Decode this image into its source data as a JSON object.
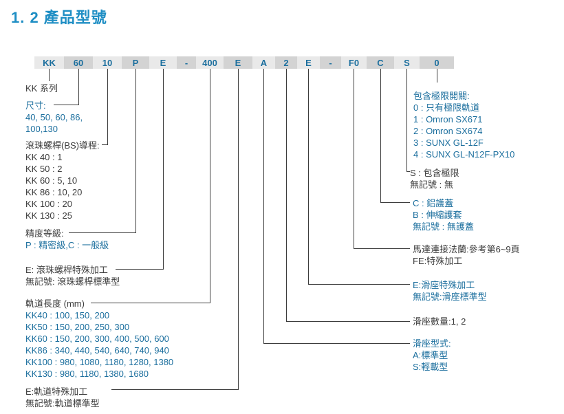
{
  "page": {
    "title": "1. 2 產品型號"
  },
  "colors": {
    "title_blue": "#1e8ec4",
    "text_blue": "#1c6f9e",
    "text_dark": "#3c3c3c",
    "box_light": "#e9e9e9",
    "box_dark": "#d3d3d3",
    "callout_line": "#3c3c3c"
  },
  "code": {
    "segments": [
      "KK",
      "60",
      "10",
      "P",
      "E",
      "-",
      "400",
      "E",
      "A",
      "2",
      "E",
      "-",
      "F0",
      "C",
      "S",
      "0"
    ]
  },
  "left": [
    {
      "lines": [
        "KK 系列"
      ]
    },
    {
      "lines": [
        "尺寸:",
        "40, 50, 60, 86,",
        "100,130"
      ]
    },
    {
      "lines": [
        "滾珠螺桿(BS)導程:",
        "KK 40 : 1",
        "KK 50 : 2",
        "KK 60 :  5, 10",
        "KK 86 :  10, 20",
        "KK 100 :  20",
        "KK 130 :  25"
      ]
    },
    {
      "lines": [
        "精度等級:",
        "P : 精密級,C : 一般級"
      ]
    },
    {
      "lines": [
        "E: 滾珠螺桿特殊加工",
        "無記號: 滾珠螺桿標準型"
      ]
    },
    {
      "lines": [
        "軌道長度 (mm)",
        "KK40 : 100, 150, 200",
        "KK50 : 150, 200, 250, 300",
        "KK60 : 150, 200, 300,  400,  500, 600",
        "KK86 : 340, 440, 540, 640, 740, 940",
        "KK100 : 980, 1080, 1180, 1280, 1380",
        "KK130 : 980, 1180, 1380, 1680"
      ]
    },
    {
      "lines": [
        "E:軌道特殊加工",
        "無記號:軌道標準型"
      ]
    }
  ],
  "right": [
    {
      "lines": [
        "包含極限開關:",
        "0 : 只有極限軌道",
        "1 : Omron SX671",
        "2 : Omron SX674",
        "3 : SUNX GL-12F",
        "4 : SUNX GL-N12F-PX10"
      ]
    },
    {
      "lines": [
        "S : 包含極限",
        "無記號 : 無"
      ]
    },
    {
      "lines": [
        "C : 鋁護蓋",
        "B : 伸縮護套",
        "無記號 : 無護蓋"
      ]
    },
    {
      "lines": [
        "馬達連接法蘭:參考第6~9頁",
        "FE:特殊加工"
      ]
    },
    {
      "lines": [
        "E:滑座特殊加工",
        "無記號:滑座標準型"
      ]
    },
    {
      "lines": [
        "滑座數量:1, 2"
      ]
    },
    {
      "lines": [
        "滑座型式:",
        "A:標準型",
        "S:輕載型"
      ]
    }
  ]
}
